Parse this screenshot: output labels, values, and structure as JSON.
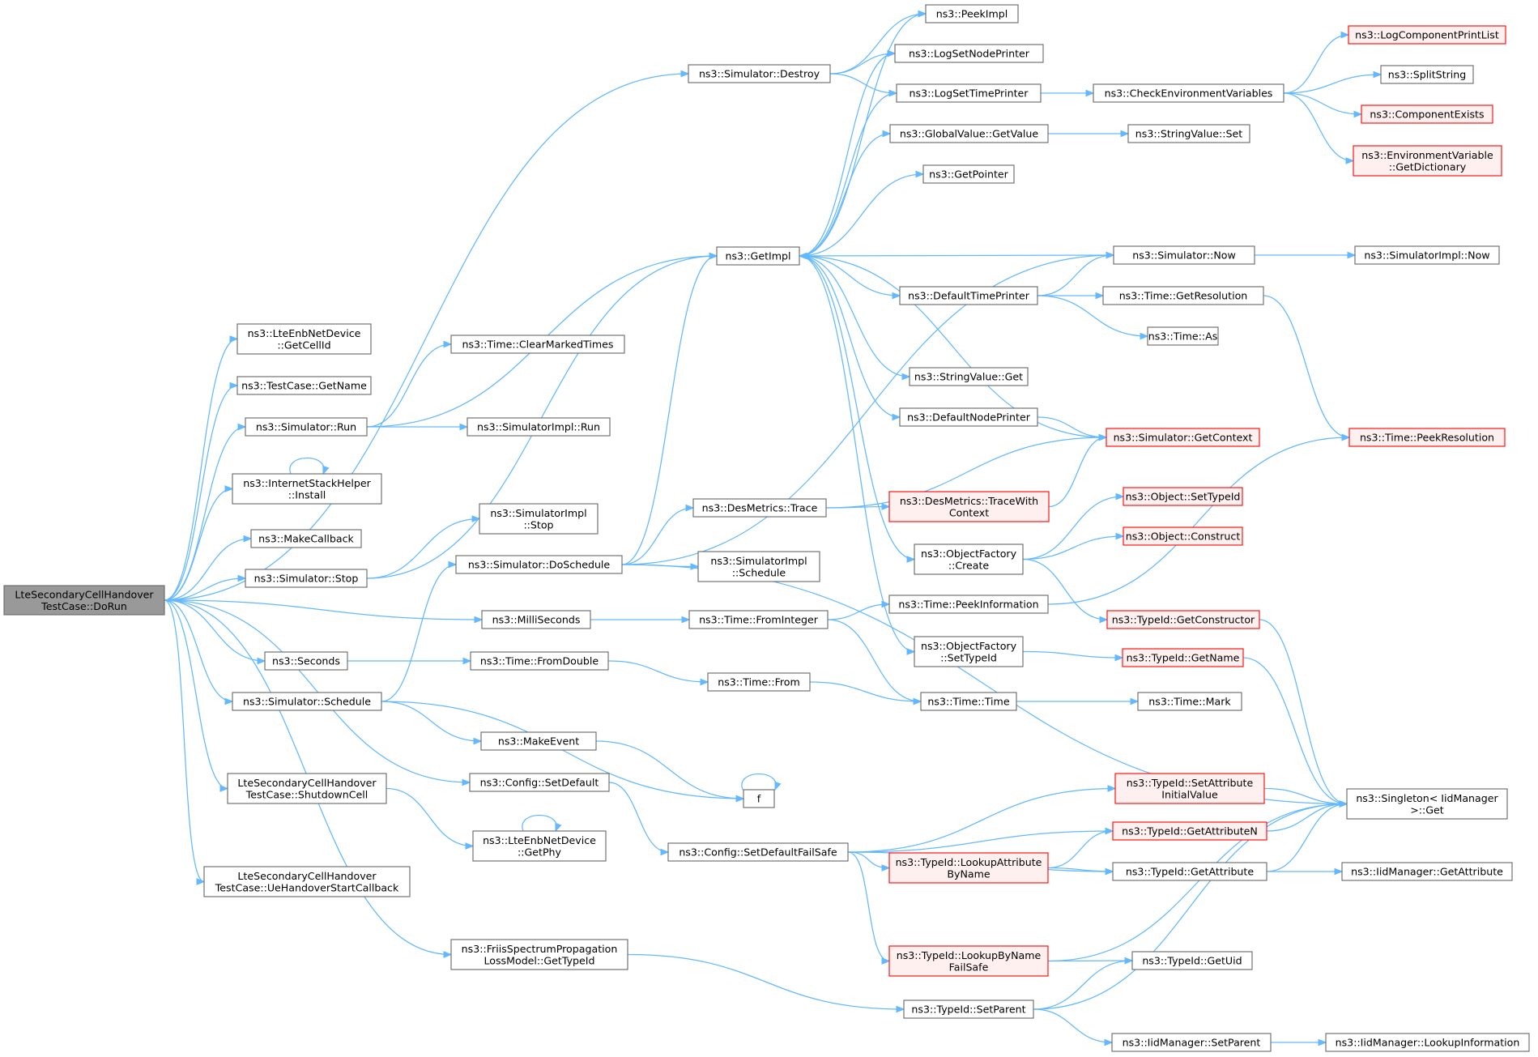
{
  "colors": {
    "edge": "#63b8ff",
    "node_border": "#666666",
    "node_fill": "#ffffff",
    "incomplete_border": "#ff0000",
    "incomplete_fill": "#fff0f0",
    "root_fill": "#999999"
  },
  "nodes": [
    {
      "id": "root",
      "lines": [
        "LteSecondaryCellHandover",
        "TestCase::DoRun"
      ],
      "kind": "root"
    },
    {
      "id": "simDestroy",
      "lines": [
        "ns3::Simulator::Destroy"
      ]
    },
    {
      "id": "getCellId",
      "lines": [
        "ns3::LteEnbNetDevice",
        "::GetCellId"
      ]
    },
    {
      "id": "tcGetName",
      "lines": [
        "ns3::TestCase::GetName"
      ]
    },
    {
      "id": "simRun",
      "lines": [
        "ns3::Simulator::Run"
      ]
    },
    {
      "id": "ishInstall",
      "lines": [
        "ns3::InternetStackHelper",
        "::Install"
      ]
    },
    {
      "id": "makeCallback",
      "lines": [
        "ns3::MakeCallback"
      ]
    },
    {
      "id": "simStop",
      "lines": [
        "ns3::Simulator::Stop"
      ]
    },
    {
      "id": "milliSeconds",
      "lines": [
        "ns3::MilliSeconds"
      ]
    },
    {
      "id": "seconds",
      "lines": [
        "ns3::Seconds"
      ]
    },
    {
      "id": "simSchedule",
      "lines": [
        "ns3::Simulator::Schedule"
      ]
    },
    {
      "id": "shutdownCell",
      "lines": [
        "LteSecondaryCellHandover",
        "TestCase::ShutdownCell"
      ]
    },
    {
      "id": "ueHandover",
      "lines": [
        "LteSecondaryCellHandover",
        "TestCase::UeHandoverStartCallback"
      ]
    },
    {
      "id": "timeClearMarked",
      "lines": [
        "ns3::Time::ClearMarkedTimes"
      ]
    },
    {
      "id": "simImplRun",
      "lines": [
        "ns3::SimulatorImpl::Run"
      ]
    },
    {
      "id": "simImplStop",
      "lines": [
        "ns3::SimulatorImpl",
        "::Stop"
      ]
    },
    {
      "id": "simDoSchedule",
      "lines": [
        "ns3::Simulator::DoSchedule"
      ]
    },
    {
      "id": "timeFromDouble",
      "lines": [
        "ns3::Time::FromDouble"
      ]
    },
    {
      "id": "makeEvent",
      "lines": [
        "ns3::MakeEvent"
      ]
    },
    {
      "id": "configSetDefault",
      "lines": [
        "ns3::Config::SetDefault"
      ]
    },
    {
      "id": "getPhy",
      "lines": [
        "ns3::LteEnbNetDevice",
        "::GetPhy"
      ]
    },
    {
      "id": "friis",
      "lines": [
        "ns3::FriisSpectrumPropagation",
        "LossModel::GetTypeId"
      ]
    },
    {
      "id": "getImpl",
      "lines": [
        "ns3::GetImpl"
      ]
    },
    {
      "id": "desTrace",
      "lines": [
        "ns3::DesMetrics::Trace"
      ]
    },
    {
      "id": "simImplSchedule",
      "lines": [
        "ns3::SimulatorImpl",
        "::Schedule"
      ]
    },
    {
      "id": "timeFromInteger",
      "lines": [
        "ns3::Time::FromInteger"
      ]
    },
    {
      "id": "timeFrom",
      "lines": [
        "ns3::Time::From"
      ]
    },
    {
      "id": "f",
      "lines": [
        "f"
      ]
    },
    {
      "id": "setDefaultFailSafe",
      "lines": [
        "ns3::Config::SetDefaultFailSafe"
      ]
    },
    {
      "id": "peekImpl",
      "lines": [
        "ns3::PeekImpl"
      ]
    },
    {
      "id": "logSetNodePrinter",
      "lines": [
        "ns3::LogSetNodePrinter"
      ]
    },
    {
      "id": "logSetTimePrinter",
      "lines": [
        "ns3::LogSetTimePrinter"
      ]
    },
    {
      "id": "gvGetValue",
      "lines": [
        "ns3::GlobalValue::GetValue"
      ]
    },
    {
      "id": "getPointer",
      "lines": [
        "ns3::GetPointer"
      ]
    },
    {
      "id": "defaultTimePrinter",
      "lines": [
        "ns3::DefaultTimePrinter"
      ]
    },
    {
      "id": "svGet",
      "lines": [
        "ns3::StringValue::Get"
      ]
    },
    {
      "id": "defaultNodePrinter",
      "lines": [
        "ns3::DefaultNodePrinter"
      ]
    },
    {
      "id": "desTraceWithContext",
      "lines": [
        "ns3::DesMetrics::TraceWith",
        "Context"
      ],
      "kind": "red"
    },
    {
      "id": "ofCreate",
      "lines": [
        "ns3::ObjectFactory",
        "::Create"
      ]
    },
    {
      "id": "timePeekInfo",
      "lines": [
        "ns3::Time::PeekInformation"
      ]
    },
    {
      "id": "ofSetTypeId",
      "lines": [
        "ns3::ObjectFactory",
        "::SetTypeId"
      ]
    },
    {
      "id": "timeTime",
      "lines": [
        "ns3::Time::Time"
      ]
    },
    {
      "id": "tidLookupAttr",
      "lines": [
        "ns3::TypeId::LookupAttribute",
        "ByName"
      ],
      "kind": "red"
    },
    {
      "id": "tidLookupByName",
      "lines": [
        "ns3::TypeId::LookupByName",
        "FailSafe"
      ],
      "kind": "red"
    },
    {
      "id": "tidSetParent",
      "lines": [
        "ns3::TypeId::SetParent"
      ]
    },
    {
      "id": "checkEnv",
      "lines": [
        "ns3::CheckEnvironmentVariables"
      ]
    },
    {
      "id": "svSet",
      "lines": [
        "ns3::StringValue::Set"
      ]
    },
    {
      "id": "simNow",
      "lines": [
        "ns3::Simulator::Now"
      ]
    },
    {
      "id": "timeGetRes",
      "lines": [
        "ns3::Time::GetResolution"
      ]
    },
    {
      "id": "timeAs",
      "lines": [
        "ns3::Time::As"
      ]
    },
    {
      "id": "simGetContext",
      "lines": [
        "ns3::Simulator::GetContext"
      ],
      "kind": "red"
    },
    {
      "id": "objSetTypeId",
      "lines": [
        "ns3::Object::SetTypeId"
      ],
      "kind": "red"
    },
    {
      "id": "objConstruct",
      "lines": [
        "ns3::Object::Construct"
      ],
      "kind": "red"
    },
    {
      "id": "tidGetConstructor",
      "lines": [
        "ns3::TypeId::GetConstructor"
      ],
      "kind": "red"
    },
    {
      "id": "tidGetName",
      "lines": [
        "ns3::TypeId::GetName"
      ],
      "kind": "red"
    },
    {
      "id": "timeMark",
      "lines": [
        "ns3::Time::Mark"
      ]
    },
    {
      "id": "tidSetAttrInit",
      "lines": [
        "ns3::TypeId::SetAttribute",
        "InitialValue"
      ],
      "kind": "red"
    },
    {
      "id": "tidGetAttrN",
      "lines": [
        "ns3::TypeId::GetAttributeN"
      ],
      "kind": "red"
    },
    {
      "id": "tidGetAttr",
      "lines": [
        "ns3::TypeId::GetAttribute"
      ]
    },
    {
      "id": "tidGetUid",
      "lines": [
        "ns3::TypeId::GetUid"
      ]
    },
    {
      "id": "iidSetParent",
      "lines": [
        "ns3::IidManager::SetParent"
      ]
    },
    {
      "id": "logCompPrint",
      "lines": [
        "ns3::LogComponentPrintList"
      ],
      "kind": "red"
    },
    {
      "id": "splitString",
      "lines": [
        "ns3::SplitString"
      ]
    },
    {
      "id": "compExists",
      "lines": [
        "ns3::ComponentExists"
      ],
      "kind": "red"
    },
    {
      "id": "envGetDict",
      "lines": [
        "ns3::EnvironmentVariable",
        "::GetDictionary"
      ],
      "kind": "red"
    },
    {
      "id": "simImplNow",
      "lines": [
        "ns3::SimulatorImpl::Now"
      ]
    },
    {
      "id": "timePeekRes",
      "lines": [
        "ns3::Time::PeekResolution"
      ],
      "kind": "red"
    },
    {
      "id": "singletonGet",
      "lines": [
        "ns3::Singleton< IidManager",
        ">::Get"
      ]
    },
    {
      "id": "iidGetAttr",
      "lines": [
        "ns3::IidManager::GetAttribute"
      ]
    },
    {
      "id": "iidLookupInfo",
      "lines": [
        "ns3::IidManager::LookupInformation"
      ]
    }
  ],
  "edges": [
    [
      "root",
      "simDestroy"
    ],
    [
      "root",
      "getCellId"
    ],
    [
      "root",
      "tcGetName"
    ],
    [
      "root",
      "simRun"
    ],
    [
      "root",
      "ishInstall"
    ],
    [
      "root",
      "makeCallback"
    ],
    [
      "root",
      "simStop"
    ],
    [
      "root",
      "milliSeconds"
    ],
    [
      "root",
      "seconds"
    ],
    [
      "root",
      "simSchedule"
    ],
    [
      "root",
      "shutdownCell"
    ],
    [
      "root",
      "ueHandover"
    ],
    [
      "root",
      "configSetDefault"
    ],
    [
      "root",
      "friis"
    ],
    [
      "simDestroy",
      "peekImpl"
    ],
    [
      "simDestroy",
      "logSetNodePrinter"
    ],
    [
      "simDestroy",
      "logSetTimePrinter"
    ],
    [
      "simRun",
      "getImpl"
    ],
    [
      "simRun",
      "timeClearMarked"
    ],
    [
      "simRun",
      "simImplRun"
    ],
    [
      "ishInstall",
      "ishInstall"
    ],
    [
      "simStop",
      "getImpl"
    ],
    [
      "simStop",
      "simImplStop"
    ],
    [
      "milliSeconds",
      "timeFromInteger"
    ],
    [
      "seconds",
      "timeFromDouble"
    ],
    [
      "simSchedule",
      "simDoSchedule"
    ],
    [
      "simSchedule",
      "makeEvent"
    ],
    [
      "simSchedule",
      "f"
    ],
    [
      "shutdownCell",
      "getPhy"
    ],
    [
      "getPhy",
      "getPhy"
    ],
    [
      "friis",
      "tidSetParent"
    ],
    [
      "simDoSchedule",
      "getImpl"
    ],
    [
      "simDoSchedule",
      "desTrace"
    ],
    [
      "simDoSchedule",
      "simImplSchedule"
    ],
    [
      "simDoSchedule",
      "simNow"
    ],
    [
      "simDoSchedule",
      "singletonGet"
    ],
    [
      "timeFromDouble",
      "timeFrom"
    ],
    [
      "makeEvent",
      "f"
    ],
    [
      "f",
      "f"
    ],
    [
      "configSetDefault",
      "setDefaultFailSafe"
    ],
    [
      "getImpl",
      "peekImpl"
    ],
    [
      "getImpl",
      "logSetNodePrinter"
    ],
    [
      "getImpl",
      "logSetTimePrinter"
    ],
    [
      "getImpl",
      "gvGetValue"
    ],
    [
      "getImpl",
      "getPointer"
    ],
    [
      "getImpl",
      "defaultTimePrinter"
    ],
    [
      "getImpl",
      "svGet"
    ],
    [
      "getImpl",
      "defaultNodePrinter"
    ],
    [
      "getImpl",
      "ofCreate"
    ],
    [
      "getImpl",
      "ofSetTypeId"
    ],
    [
      "desTrace",
      "desTraceWithContext"
    ],
    [
      "desTrace",
      "simGetContext"
    ],
    [
      "desTraceWithContext",
      "simGetContext"
    ],
    [
      "timeFromInteger",
      "timePeekInfo"
    ],
    [
      "timeFromInteger",
      "timeTime"
    ],
    [
      "timeFrom",
      "timeTime"
    ],
    [
      "timePeekInfo",
      "timePeekRes"
    ],
    [
      "timeTime",
      "timeMark"
    ],
    [
      "setDefaultFailSafe",
      "tidSetAttrInit"
    ],
    [
      "setDefaultFailSafe",
      "tidGetAttrN"
    ],
    [
      "setDefaultFailSafe",
      "tidLookupAttr"
    ],
    [
      "setDefaultFailSafe",
      "tidGetAttr"
    ],
    [
      "setDefaultFailSafe",
      "tidLookupByName"
    ],
    [
      "logSetTimePrinter",
      "checkEnv"
    ],
    [
      "gvGetValue",
      "svSet"
    ],
    [
      "defaultTimePrinter",
      "simNow"
    ],
    [
      "defaultTimePrinter",
      "timeGetRes"
    ],
    [
      "defaultTimePrinter",
      "timeAs"
    ],
    [
      "defaultNodePrinter",
      "simGetContext"
    ],
    [
      "ofCreate",
      "objSetTypeId"
    ],
    [
      "ofCreate",
      "objConstruct"
    ],
    [
      "ofCreate",
      "tidGetConstructor"
    ],
    [
      "ofSetTypeId",
      "tidGetName"
    ],
    [
      "tidLookupAttr",
      "tidGetAttrN"
    ],
    [
      "tidLookupAttr",
      "tidGetAttr"
    ],
    [
      "tidLookupByName",
      "tidGetUid"
    ],
    [
      "tidLookupByName",
      "singletonGet"
    ],
    [
      "tidSetParent",
      "tidGetUid"
    ],
    [
      "tidSetParent",
      "iidSetParent"
    ],
    [
      "tidSetParent",
      "singletonGet"
    ],
    [
      "checkEnv",
      "logCompPrint"
    ],
    [
      "checkEnv",
      "splitString"
    ],
    [
      "checkEnv",
      "compExists"
    ],
    [
      "checkEnv",
      "envGetDict"
    ],
    [
      "simNow",
      "simImplNow"
    ],
    [
      "simNow",
      "getImpl"
    ],
    [
      "simGetContext",
      "getImpl"
    ],
    [
      "timeGetRes",
      "timePeekRes"
    ],
    [
      "tidGetConstructor",
      "singletonGet"
    ],
    [
      "tidGetName",
      "singletonGet"
    ],
    [
      "tidSetAttrInit",
      "singletonGet"
    ],
    [
      "tidGetAttrN",
      "singletonGet"
    ],
    [
      "tidGetAttr",
      "singletonGet"
    ],
    [
      "tidGetAttr",
      "iidGetAttr"
    ],
    [
      "iidSetParent",
      "iidLookupInfo"
    ]
  ]
}
